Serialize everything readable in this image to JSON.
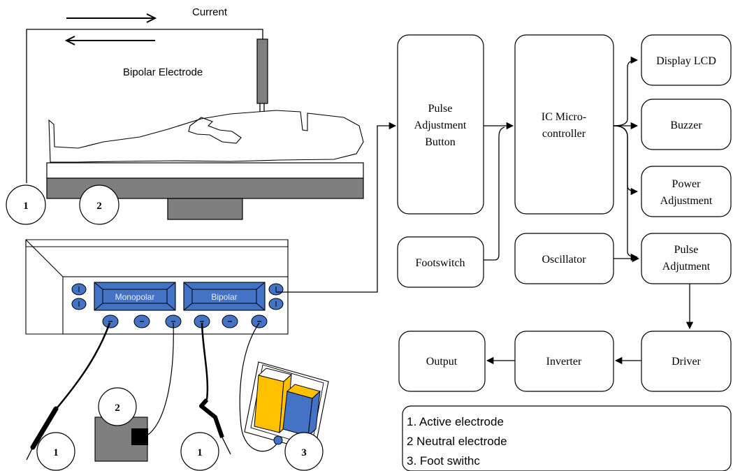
{
  "labels": {
    "current": "Current",
    "bipolar_electrode": "Bipolar Electrode"
  },
  "markers": {
    "bed_left": "1",
    "bed_right": "2",
    "neutral_pad": "2",
    "active_left": "1",
    "active_right": "1",
    "foot_switch": "3"
  },
  "unit": {
    "screen_left": "Monopolar",
    "screen_right": "Bipolar"
  },
  "blocks": {
    "pulse_button": [
      "Pulse",
      "Adjustment",
      "Button"
    ],
    "microcontroller": [
      "IC Micro-",
      "controller"
    ],
    "display_lcd": [
      "Display LCD"
    ],
    "buzzer": [
      "Buzzer"
    ],
    "power_adjustment": [
      "Power",
      "Adjustment"
    ],
    "footswitch": [
      "Footswitch"
    ],
    "oscillator": [
      "Oscillator"
    ],
    "pulse_adjutment": [
      "Pulse",
      "Adjutment"
    ],
    "driver": [
      "Driver"
    ],
    "inverter": [
      "Inverter"
    ],
    "output": [
      "Output"
    ]
  },
  "legend": {
    "items": [
      "1. Active electrode",
      "2 Neutral electrode",
      "3. Foot swithc"
    ]
  },
  "colors": {
    "screen_blue": "#4472c4",
    "yellow_pedal": "#ffc000",
    "blue_pedal": "#4472c4",
    "gray": "#7f7f7f"
  }
}
